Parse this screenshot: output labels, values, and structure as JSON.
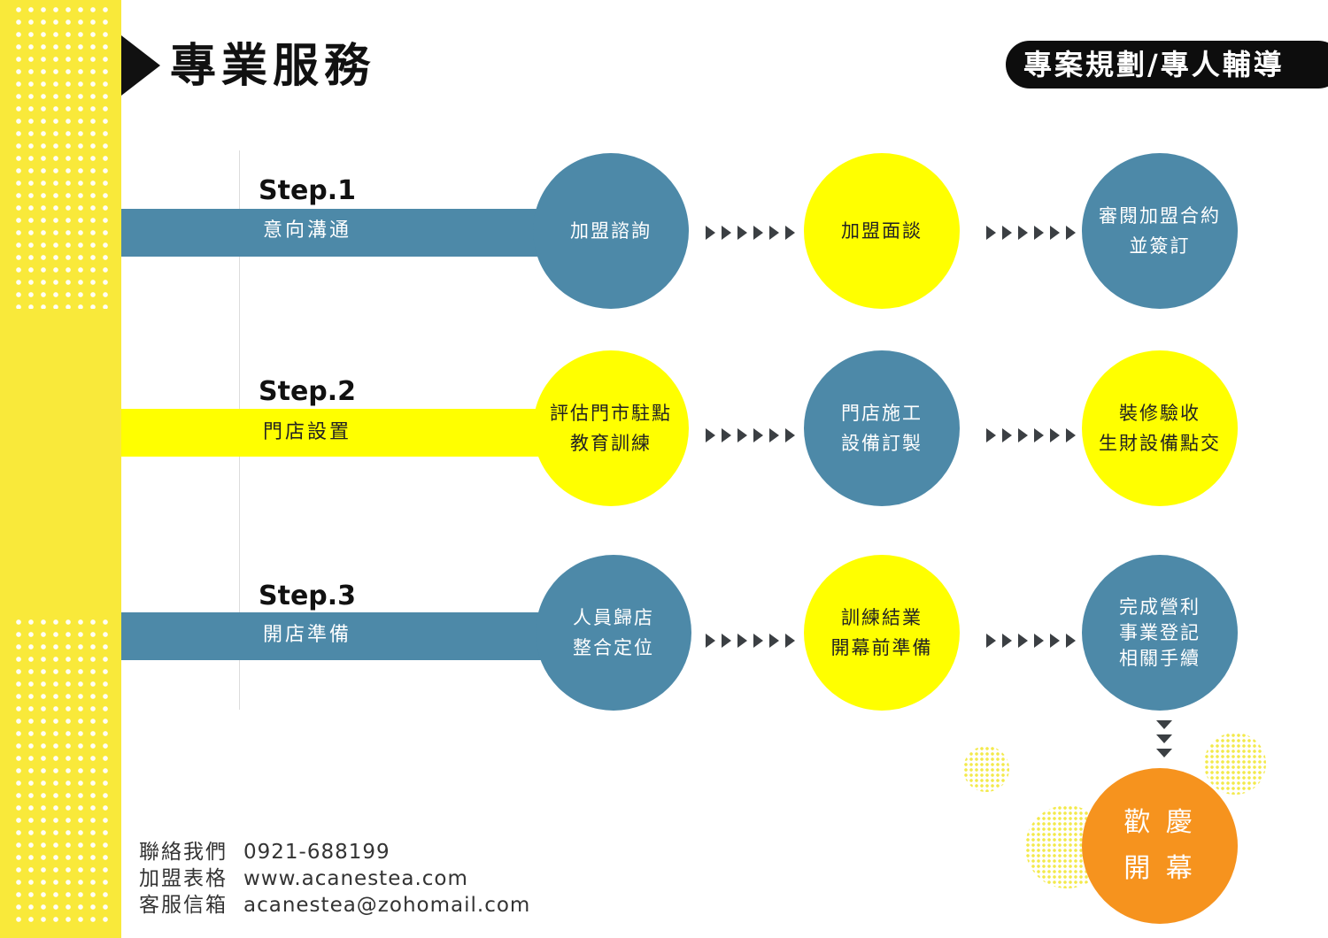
{
  "header": {
    "title": "專業服務",
    "badge": "專案規劃/專人輔導"
  },
  "steps": [
    {
      "label": "Step.1",
      "name": "意向溝通",
      "nodes": [
        {
          "lines": [
            "加盟諮詢"
          ]
        },
        {
          "lines": [
            "加盟面談"
          ]
        },
        {
          "lines": [
            "審閱加盟合約",
            "並簽訂"
          ]
        }
      ]
    },
    {
      "label": "Step.2",
      "name": "門店設置",
      "nodes": [
        {
          "lines": [
            "評估門市駐點",
            "教育訓練"
          ]
        },
        {
          "lines": [
            "門店施工",
            "設備訂製"
          ]
        },
        {
          "lines": [
            "裝修驗收",
            "生財設備點交"
          ]
        }
      ]
    },
    {
      "label": "Step.3",
      "name": "開店準備",
      "nodes": [
        {
          "lines": [
            "人員歸店",
            "整合定位"
          ]
        },
        {
          "lines": [
            "訓練結業",
            "開幕前準備"
          ]
        },
        {
          "lines": [
            "完成營利",
            "事業登記",
            "相關手續"
          ]
        }
      ]
    }
  ],
  "final": {
    "lines": [
      "歡 慶",
      "開 幕"
    ]
  },
  "contact": [
    {
      "label": "聯絡我們",
      "value": "0921-688199"
    },
    {
      "label": "加盟表格",
      "value": "www.acanestea.com"
    },
    {
      "label": "客服信箱",
      "value": "acanestea@zohomail.com"
    }
  ],
  "colors": {
    "accent_yellow": "#ffff00",
    "sidebar_yellow": "#f9e93a",
    "blue": "#4d89a8",
    "orange": "#f6931e",
    "dark": "#111111"
  }
}
